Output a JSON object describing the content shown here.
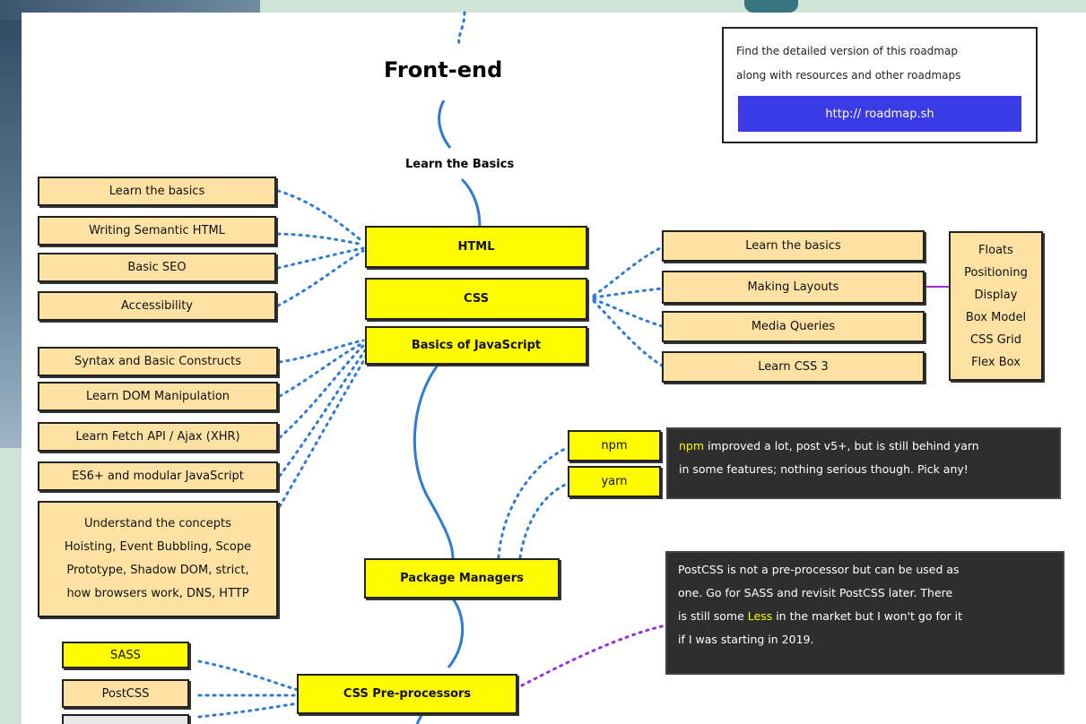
{
  "colors": {
    "main_node": "#fffc00",
    "sub_node": "#fde2a4",
    "note_bg": "#2e2e2e",
    "main_line": "#2e7bd6",
    "dotted_line": "#2e7bd6",
    "purple_link": "#9b30d9",
    "link_button": "#3a3ae6"
  },
  "header": {
    "title": "Front-end",
    "subtitle": "Learn the Basics"
  },
  "info_box": {
    "text_line1": "Find the detailed version of this roadmap",
    "text_line2": "along with resources and other roadmaps",
    "link": "http:// roadmap.sh"
  },
  "main_nodes": {
    "html": "HTML",
    "css": "CSS",
    "js": "Basics of JavaScript",
    "pkg": "Package Managers",
    "pre": "CSS Pre-processors"
  },
  "html_items": [
    "Learn the basics",
    "Writing Semantic HTML",
    "Basic SEO",
    "Accessibility"
  ],
  "js_items": [
    "Syntax and Basic Constructs",
    "Learn DOM Manipulation",
    "Learn Fetch API / Ajax (XHR)",
    "ES6+ and modular JavaScript"
  ],
  "js_concepts": [
    "Understand the concepts",
    "Hoisting, Event Bubbling, Scope",
    "Prototype, Shadow DOM, strict,",
    "how browsers work, DNS, HTTP"
  ],
  "css_items": [
    "Learn the basics",
    "Making Layouts",
    "Media Queries",
    "Learn CSS 3"
  ],
  "layout_topics": [
    "Floats",
    "Positioning",
    "Display",
    "Box Model",
    "CSS Grid",
    "Flex Box"
  ],
  "pkg_items": [
    "npm",
    "yarn"
  ],
  "pkg_note": {
    "highlight": "npm",
    "line1_rest": " improved a lot, post v5+, but is still behind yarn",
    "line2": "in some features; nothing serious though. Pick any!"
  },
  "pre_items": [
    "SASS",
    "PostCSS"
  ],
  "pre_note": {
    "line1": "PostCSS is not a pre-processor but can be used as",
    "line2": "one. Go for SASS and revisit PostCSS later. There",
    "line3_pre": "is still some ",
    "line3_highlight": "Less",
    "line3_post": " in the market but I won't go for it",
    "line4": "if I was starting in 2019."
  }
}
